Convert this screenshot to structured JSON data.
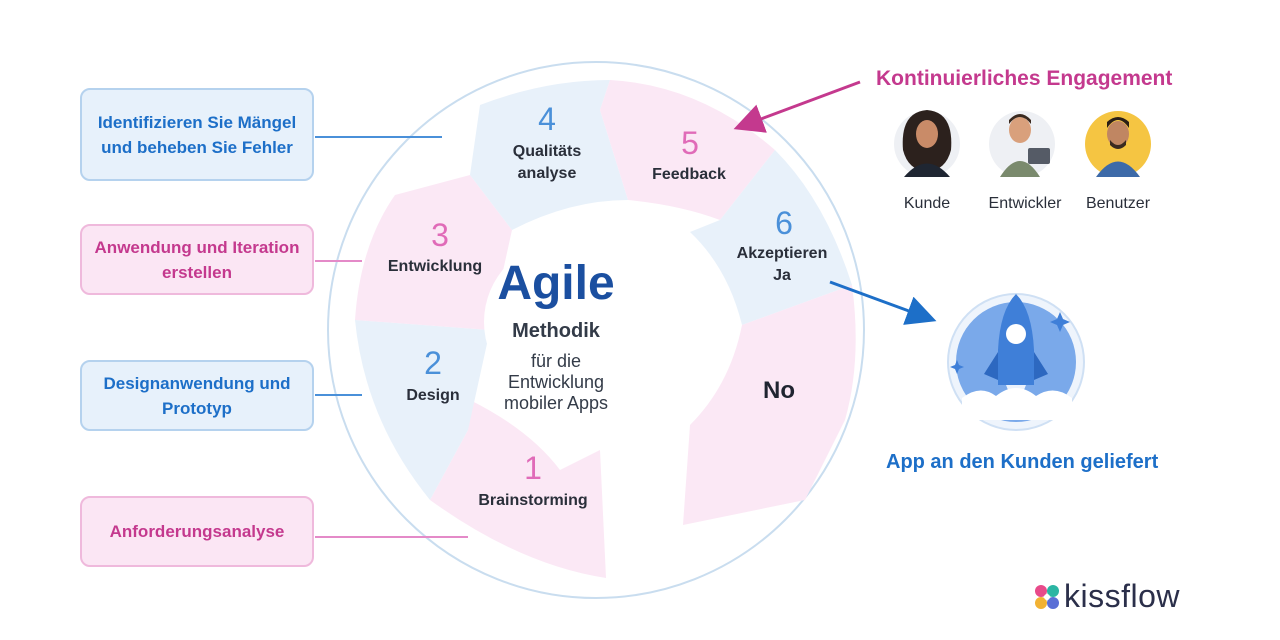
{
  "left_boxes": [
    {
      "text": "Identifizieren Sie Mängel und beheben Sie Fehler",
      "style": "blue"
    },
    {
      "text": "Anwendung und Iteration erstellen",
      "style": "pink"
    },
    {
      "text": "Designanwendung und Prototyp",
      "style": "blue"
    },
    {
      "text": "Anforderungsanalyse",
      "style": "pink"
    }
  ],
  "steps": [
    {
      "number": "1",
      "label": "Brainstorming"
    },
    {
      "number": "2",
      "label": "Design"
    },
    {
      "number": "3",
      "label": "Entwicklung"
    },
    {
      "number": "4",
      "label": "Qualitäts analyse"
    },
    {
      "number": "5",
      "label": "Feedback"
    },
    {
      "number": "6",
      "label": "Akzeptieren Ja"
    }
  ],
  "no_label": "No",
  "center": {
    "title": "Agile",
    "subtitle": "Methodik",
    "description": "für die Entwicklung mobiler Apps"
  },
  "engagement": {
    "title": "Kontinuierliches Engagement",
    "people": [
      {
        "label": "Kunde",
        "icon": "customer-avatar"
      },
      {
        "label": "Entwickler",
        "icon": "developer-avatar"
      },
      {
        "label": "Benutzer",
        "icon": "user-avatar"
      }
    ]
  },
  "delivered_label": "App an den Kunden geliefert",
  "brand": "kissflow",
  "colors": {
    "blue": "#1d6fc8",
    "pink": "#c4398e",
    "navy": "#1b4fa0",
    "blue_fill": "#e7f1fb",
    "pink_fill": "#fbe6f4"
  }
}
